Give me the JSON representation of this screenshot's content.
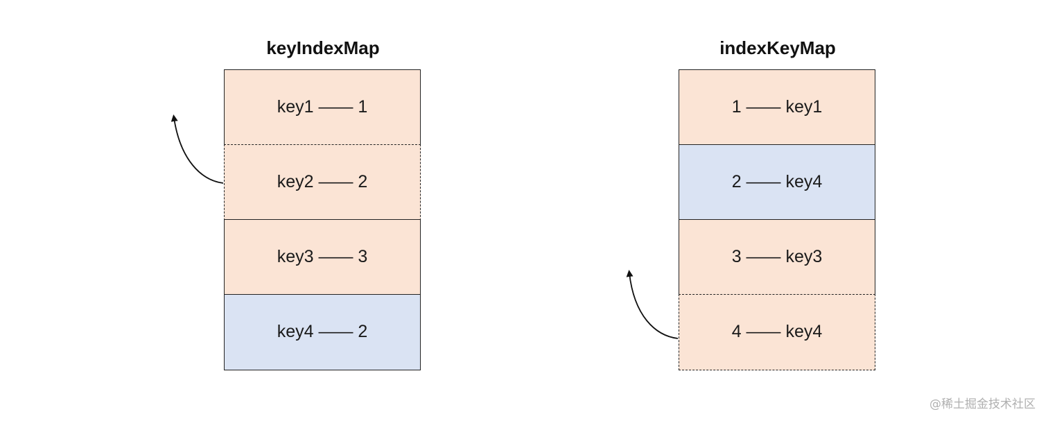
{
  "left_map": {
    "title": "keyIndexMap",
    "rows": [
      {
        "text": "key1 —— 1",
        "fill": "#fbe4d5",
        "dashed": false
      },
      {
        "text": "key2 —— 2",
        "fill": "#fbe4d5",
        "dashed": true
      },
      {
        "text": "key3 —— 3",
        "fill": "#fbe4d5",
        "dashed": false
      },
      {
        "text": "key4 —— 2",
        "fill": "#dae3f3",
        "dashed": false
      }
    ]
  },
  "right_map": {
    "title": "indexKeyMap",
    "rows": [
      {
        "text": "1 —— key1",
        "fill": "#fbe4d5",
        "dashed": false
      },
      {
        "text": "2 —— key4",
        "fill": "#dae3f3",
        "dashed": false
      },
      {
        "text": "3 —— key3",
        "fill": "#fbe4d5",
        "dashed": false
      },
      {
        "text": "4 —— key4",
        "fill": "#fbe4d5",
        "dashed": true
      }
    ]
  },
  "watermark": "@稀土掘金技术社区",
  "colors": {
    "peach": "#fbe4d5",
    "blue": "#dae3f3",
    "border": "#222222"
  }
}
